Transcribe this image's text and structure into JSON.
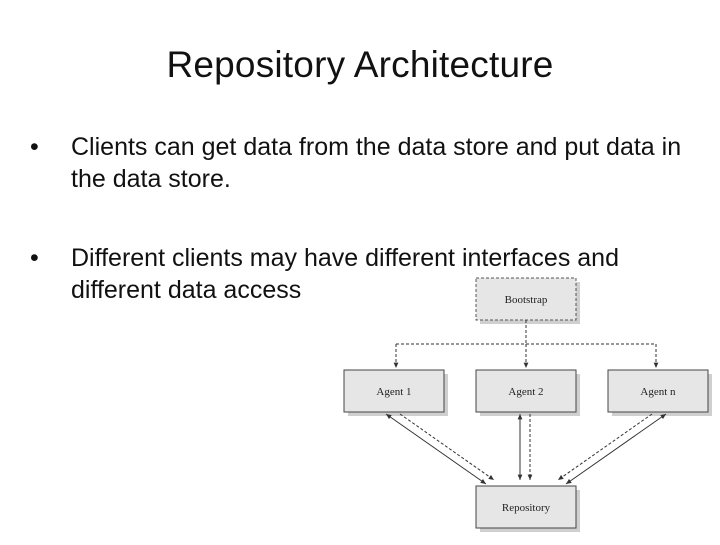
{
  "title": "Repository Architecture",
  "bullets": [
    {
      "marker": "•",
      "text": "Clients can get data from the data store and put data in the data store."
    },
    {
      "marker": "•",
      "text": "Different clients may have different interfaces and different data access"
    }
  ],
  "diagram": {
    "bootstrap": "Bootstrap",
    "agents": [
      "Agent 1",
      "Agent 2",
      "Agent n"
    ],
    "repository": "Repository"
  }
}
